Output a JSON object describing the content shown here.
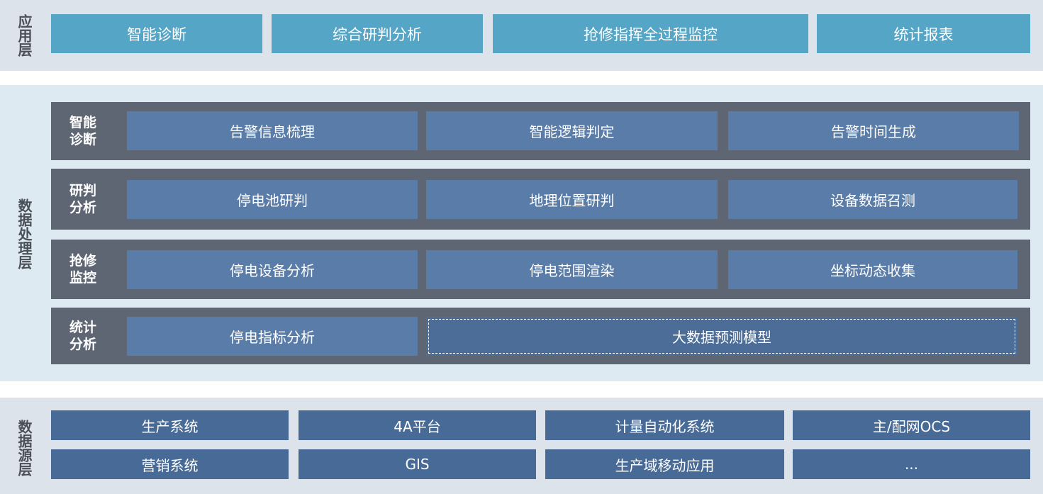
{
  "application_layer": {
    "label": "应用层",
    "items": [
      "智能诊断",
      "综合研判分析",
      "抢修指挥全过程监控",
      "统计报表"
    ]
  },
  "processing_layer": {
    "label": "数据处理层",
    "rows": [
      {
        "label": "智能\n诊断",
        "items": [
          "告警信息梳理",
          "智能逻辑判定",
          "告警时间生成"
        ]
      },
      {
        "label": "研判\n分析",
        "items": [
          "停电池研判",
          "地理位置研判",
          "设备数据召测"
        ]
      },
      {
        "label": "抢修\n监控",
        "items": [
          "停电设备分析",
          "停电范围渲染",
          "坐标动态收集"
        ]
      },
      {
        "label": "统计\n分析",
        "items": [
          "停电指标分析",
          "大数据预测模型"
        ]
      }
    ]
  },
  "source_layer": {
    "label": "数据源层",
    "rows": [
      [
        "生产系统",
        "4A平台",
        "计量自动化系统",
        "主/配网OCS"
      ],
      [
        "营销系统",
        "GIS",
        "生产域移动应用",
        "..."
      ]
    ]
  },
  "colors": {
    "app_box": "#55a5c7",
    "row_bg": "#5e6673",
    "cell": "#5a7ca8",
    "source_box": "#476a97",
    "band_light": "#dde3ea",
    "band_blue": "#deeaf1"
  }
}
